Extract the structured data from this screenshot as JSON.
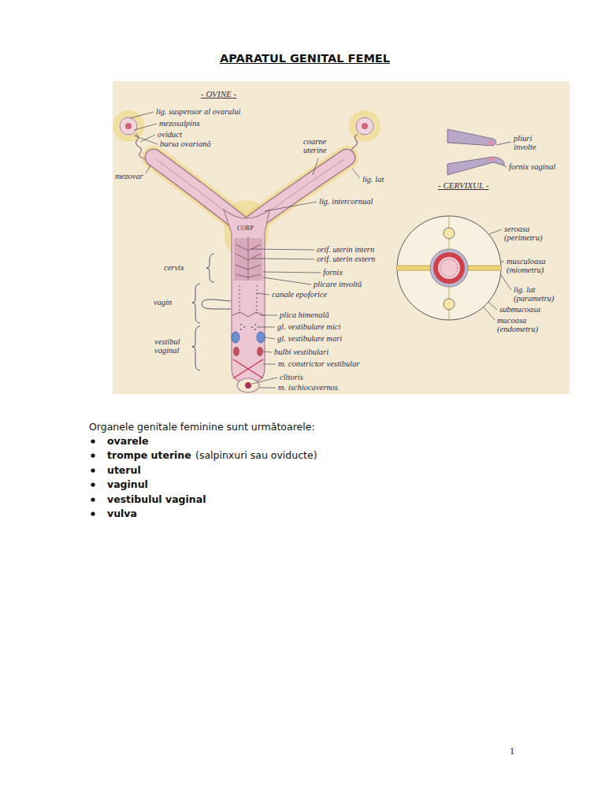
{
  "diagram": {
    "title": "APARATUL GENITAL FEMEL",
    "labels": [
      "- OVINE -",
      "lig. suspensor al ovarului",
      "mezosalpinx",
      "oviduct",
      "bursa ovariană",
      "mezovar",
      "coarne uterine",
      "lig. lat",
      "lig. intercornual",
      "CORP",
      "orif. uterin intern",
      "orif. uterin extern",
      "fornix",
      "plicare involtă",
      "canale epoforice",
      "cervix",
      "vagin",
      "plica himenală",
      "gl. vestibulare mici",
      "gl. vestibulare mari",
      "vestibul vaginal",
      "bulbi vestibulari",
      "m. constrictor vestibular",
      "clitoris",
      "m. ischiocavernos",
      "- CERVIXUL -",
      "pliuri involte",
      "fornix vaginal",
      "seroasa (perimetru)",
      "musculoasa (miometru)",
      "lig. lat (parametru)",
      "submucoasa",
      "mucoasa (endometru)",
      "Organele genitale feminine sunt următoarele:",
      "ovarele",
      "trompe uterine",
      "(salpinxuri sau oviducte)",
      "uterul",
      "vaginul",
      "vestibulul vaginal",
      "vulva",
      "1"
    ]
  }
}
